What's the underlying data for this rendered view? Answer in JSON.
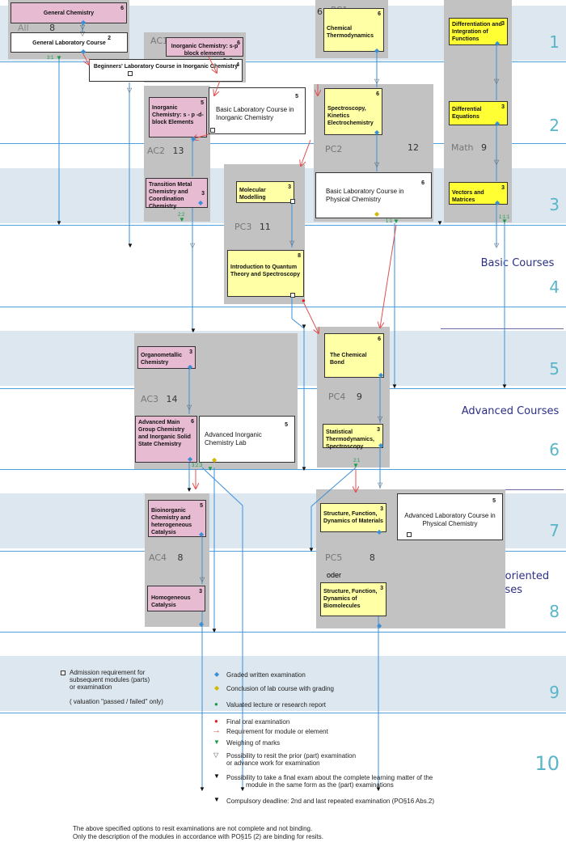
{
  "semesters": [
    "1",
    "2",
    "3",
    "4",
    "5",
    "6",
    "7",
    "8",
    "9",
    "10"
  ],
  "sections": {
    "basic": "Basic Courses",
    "advanced": "Advanced Courses",
    "research_line1": "Research oriented",
    "research_line2": "Courses"
  },
  "groups": {
    "all": {
      "name": "All",
      "num": "8"
    },
    "ac1": {
      "name": "AC1",
      "num": "10"
    },
    "ac2": {
      "name": "AC2",
      "num": "13"
    },
    "ac3": {
      "name": "AC3",
      "num": "14"
    },
    "ac4": {
      "name": "AC4",
      "num": "8"
    },
    "pc1": {
      "name": "PC1",
      "num": "6"
    },
    "pc2": {
      "name": "PC2",
      "num": "12"
    },
    "pc3": {
      "name": "PC3",
      "num": "11"
    },
    "pc4": {
      "name": "PC4",
      "num": "9"
    },
    "pc5": {
      "name": "PC5",
      "num": "8"
    },
    "math": {
      "name": "Math",
      "num": "9"
    }
  },
  "modules": {
    "gen_chem": {
      "title": "General Chemistry",
      "credits": "6"
    },
    "gen_lab": {
      "title": "General Laboratory Course",
      "credits": "2"
    },
    "inorg_sp": {
      "title": "Inorganic Chemistry: s-p block elements",
      "credits": "6"
    },
    "beginners_lab": {
      "title": "Beginners' Laboratory Course in Inorganic Chemistry",
      "credits": "4"
    },
    "inorg_spd": {
      "title": "Inorganic Chemistry: s - p -d- block Elements",
      "credits": "5"
    },
    "basic_lab_inorg": {
      "title": "Basic Laboratory Course in Inorganic Chemistry",
      "credits": "5"
    },
    "transition": {
      "title": "Transition Metal Chemistry and Coordination Chemistry",
      "credits": "3"
    },
    "pc1_thermo": {
      "title": "Chemical Thermodynamics",
      "credits": "6"
    },
    "spectroscopy": {
      "title": "Spectroscopy, Kinetics Electrochemistry",
      "credits": "6"
    },
    "basic_lab_phys": {
      "title": "Basic Laboratory Course in Physical Chemistry",
      "credits": "6"
    },
    "mol_mod": {
      "title": "Molecular Modelling",
      "credits": "3"
    },
    "quantum": {
      "title": "Introduction to Quantum Theory and Spectroscopy",
      "credits": "8"
    },
    "diff_int": {
      "title": "Differentiation and Integration of Functions",
      "credits": "3"
    },
    "diff_eq": {
      "title": "Differential Equations",
      "credits": "3"
    },
    "vectors": {
      "title": "Vectors and Matrices",
      "credits": "3"
    },
    "organomet": {
      "title": "Organometallic Chemistry",
      "credits": "3"
    },
    "adv_main": {
      "title": "Advanced Main Group Chemistry and Inorganic Solid State Chemistry",
      "credits": "6"
    },
    "adv_inorg_lab": {
      "title": "Advanced Inorganic Chemistry Lab",
      "credits": "5"
    },
    "chem_bond": {
      "title": "The Chemical Bond",
      "credits": "6"
    },
    "stat_thermo": {
      "title": "Statistical Thermodynamics, Spectroscopy",
      "credits": "3"
    },
    "bioinorg": {
      "title": "Bioinorganic Chemistry and heterogeneous Catalysis",
      "credits": "5"
    },
    "homog": {
      "title": "Homogeneous Catalysis",
      "credits": "3"
    },
    "sfd_mat": {
      "title": "Structure, Function, Dynamics of Materials",
      "credits": "3"
    },
    "adv_lab_phys": {
      "title": "Advanced Laboratory Course in Physical Chemistry",
      "credits": "5"
    },
    "oder": {
      "title": "oder"
    },
    "sfd_bio": {
      "title": "Structure, Function, Dynamics of Biomolecules",
      "credits": "3"
    }
  },
  "weights": {
    "w1": "3:1",
    "w2": "2:2",
    "w3": "1:1",
    "w4": "1:1:1",
    "w5": "3:2:3",
    "w6": "2:1"
  },
  "legend": {
    "admission_1": "Admission requirement for",
    "admission_2": "subsequent modules (parts)",
    "admission_3": "or examination",
    "admission_4": "( valuation \"passed / failed\" only)",
    "graded": "Graded written examination",
    "lab": "Conclusion of lab course with grading",
    "valuated": "Valuated lecture or research report",
    "oral": "Final oral examination",
    "requirement": "Requirement for module or element",
    "weighing": "Weighing of marks",
    "resit_1": "Possibility to resit the prior (part) examination",
    "resit_2": "or advance work for examination",
    "final_1": "Possibility to take a final exam about the complete learning matter of the",
    "final_2": "module in the same form as the (part) examinations",
    "deadline": "Compulsory deadline: 2nd and last repeated examination (PO§16 Abs.2)"
  },
  "footer": {
    "line1": "The above specified options to resit examinations are not complete and not binding.",
    "line2": "Only the description of the modules in accordance with PO§15 (2) are binding for resits."
  },
  "colors": {
    "band": "#dde7ef",
    "line": "#4da0e0",
    "pink": "#e7bcd3",
    "yellow": "#ffffa6",
    "group": "#c2c2c2",
    "arrow_red": "#e05050",
    "arrow_blue": "#3a8fd8"
  }
}
